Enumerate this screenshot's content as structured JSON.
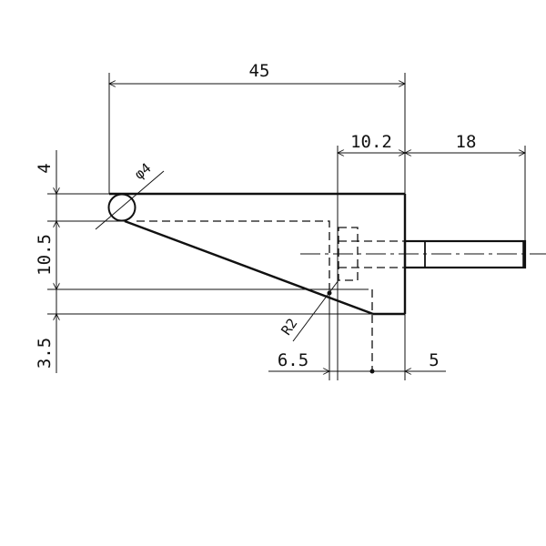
{
  "drawing": {
    "dimensions": {
      "overall_length": "45",
      "slot_width": "10.2",
      "stud_length": "18",
      "top_offset": "4",
      "middle_height": "10.5",
      "bottom_height": "3.5",
      "hole_diameter": "φ4",
      "radius": "R2",
      "bottom_offset_a": "6.5",
      "bottom_offset_b": "5"
    },
    "line_color": "#111111"
  }
}
